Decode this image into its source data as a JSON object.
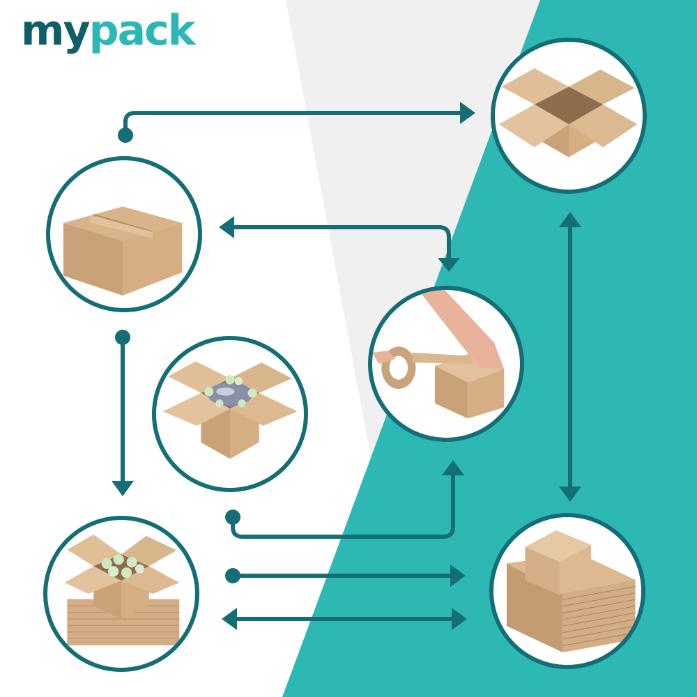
{
  "brand": {
    "logo_part1": "my",
    "logo_part2": "pack",
    "color_dark": "#0f5f66",
    "color_light": "#2bb7b3"
  },
  "background": {
    "left_color": "#ffffff",
    "mid_color": "#f0f0f0",
    "right_color": "#2eb8b4"
  },
  "connector_color": "#136e76",
  "steps": [
    {
      "id": "closed-box",
      "icon": "closed-box-icon"
    },
    {
      "id": "open-empty-box",
      "icon": "open-empty-box-icon"
    },
    {
      "id": "taping-box",
      "icon": "tape-sealing-icon"
    },
    {
      "id": "box-with-item-and-peanuts",
      "icon": "packed-item-icon"
    },
    {
      "id": "box-with-peanuts-on-flat-stack",
      "icon": "peanuts-box-icon"
    },
    {
      "id": "box-on-flat-stack",
      "icon": "flat-stack-box-icon"
    }
  ]
}
